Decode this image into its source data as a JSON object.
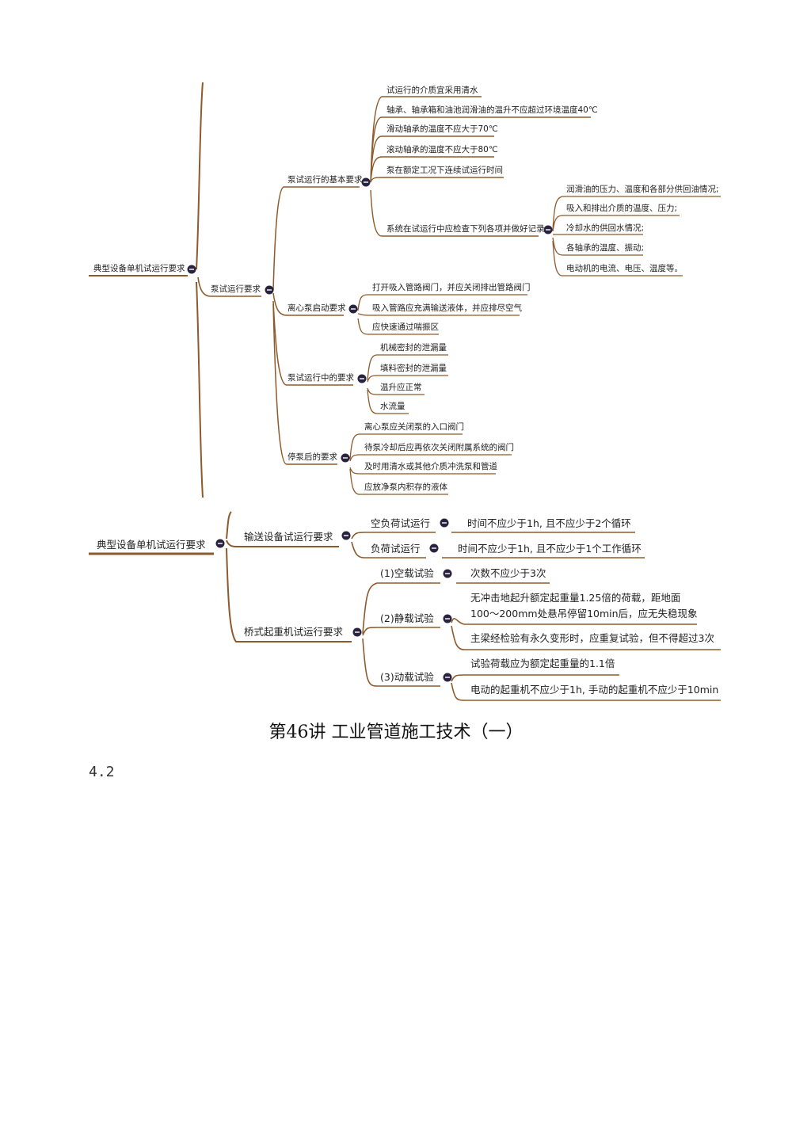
{
  "colors": {
    "branch": "#8d5a2b",
    "toggle": "#2a2340",
    "text": "#1f1f1f"
  },
  "map1": {
    "root": "典型设备单机试运行要求",
    "pump": "泵试运行要求",
    "basic": {
      "label": "泵试运行的基本要求",
      "items": [
        "试运行的介质宜采用清水",
        "轴承、轴承箱和油池润滑油的温升不应超过环境温度40℃",
        "滑动轴承的温度不应大于70℃",
        "滚动轴承的温度不应大于80℃",
        "泵在额定工况下连续试运行时间"
      ],
      "record": {
        "label": "系统在试运行中应检查下列各项并做好记录",
        "items": [
          "润滑油的压力、温度和各部分供回油情况;",
          "吸入和排出介质的温度、压力;",
          "冷却水的供回水情况;",
          "各轴承的温度、振动;",
          "电动机的电流、电压、温度等。"
        ]
      }
    },
    "start": {
      "label": "离心泵启动要求",
      "items": [
        "打开吸入管路阀门，并应关闭排出管路阀门",
        "吸入管路应充满输送液体，并应排尽空气",
        "应快速通过喘振区"
      ]
    },
    "during": {
      "label": "泵试运行中的要求",
      "items": [
        "机械密封的泄漏量",
        "填料密封的泄漏量",
        "温升应正常",
        "水流量"
      ]
    },
    "stop": {
      "label": "停泵后的要求",
      "items": [
        "离心泵应关闭泵的入口阀门",
        "待泵冷却后应再依次关闭附属系统的阀门",
        "及时用清水或其他介质冲洗泵和管道",
        "应放净泵内积存的液体"
      ]
    }
  },
  "map2": {
    "root": "典型设备单机试运行要求",
    "conveyor": {
      "label": "输送设备试运行要求",
      "noload": {
        "label": "空负荷试运行",
        "detail": "时间不应少于1h, 且不应少于2个循环"
      },
      "load": {
        "label": "负荷试运行",
        "detail": "时间不应少于1h, 且不应少于1个工作循环"
      }
    },
    "crane": {
      "label": "桥式起重机试运行要求",
      "empty": {
        "label": "(1)空载试验",
        "detail": "次数不应少于3次"
      },
      "static": {
        "label": "(2)静载试验",
        "detail_line1": "无冲击地起升额定起重量1.25倍的荷载，距地面",
        "detail_line2": "100～200mm处悬吊停留10min后，应无失稳现象",
        "detail2": "主梁经检验有永久变形时，应重复试验，但不得超过3次"
      },
      "dynamic": {
        "label": "(3)动载试验",
        "detail1": "试验荷载应为额定起重量的1.1倍",
        "detail2": "电动的起重机不应少于1h, 手动的起重机不应少于10min"
      }
    }
  },
  "heading": "第46讲  工业管道施工技术（一）",
  "section": "4.2"
}
